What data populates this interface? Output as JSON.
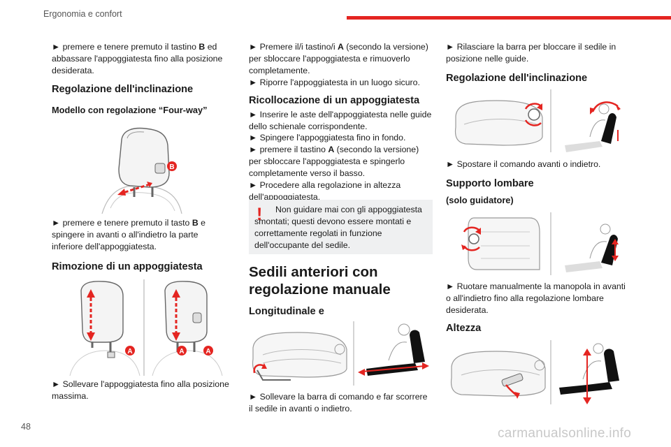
{
  "header": {
    "section": "Ergonomia e confort",
    "page_number": "48",
    "accent_color": "#e42521"
  },
  "watermark": "carmanualsonline.info",
  "col1": {
    "p1": {
      "pre": "► premere e tenere premuto il tastino ",
      "key": "B",
      "post": " ed abbassare l'appoggiatesta fino alla posizione desiderata."
    },
    "h_incl": "Regolazione dell'inclinazione",
    "h_model": "Modello con regolazione “Four-way”",
    "fig_b_label": "B",
    "p2": {
      "pre": "► premere e tenere premuto il tasto ",
      "key": "B",
      "post": " e spingere in avanti o all'indietro la parte inferiore dell'appoggiatesta."
    },
    "h_rim": "Rimozione di un appoggiatesta",
    "fig_a_label": "A",
    "p3": "► Sollevare l'appoggiatesta fino alla posizione massima."
  },
  "col2": {
    "p1": {
      "pre": "► Premere il/i tastino/i ",
      "key": "A",
      "post": " (secondo la versione) per sbloccare l'appoggiatesta e rimuoverlo completamente."
    },
    "p1b": "► Riporre l'appoggiatesta in un luogo sicuro.",
    "h_ric": "Ricollocazione di un appoggiatesta",
    "p2": "► Inserire le aste dell'appoggiatesta nelle guide dello schienale corrispondente.",
    "p3": "► Spingere l'appoggiatesta fino in fondo.",
    "p4": {
      "pre": "► premere il tastino ",
      "key": "A",
      "post": " (secondo la versione) per sbloccare l'appoggiatesta e spingerlo completamente verso il basso."
    },
    "p5": "► Procedere alla regolazione in altezza dell'appoggiatesta.",
    "warning": "Non guidare mai con gli appoggiatesta smontati; questi devono essere montati e correttamente regolati in funzione dell'occupante del sedile.",
    "h_sedili": "Sedili anteriori con regolazione manuale",
    "h_long": "Longitudinale e",
    "p6": "► Sollevare la barra di comando e far scorrere il sedile in avanti o indietro."
  },
  "col3": {
    "p1": "► Rilasciare la barra per bloccare il sedile in posizione nelle guide.",
    "h_incl": "Regolazione dell'inclinazione",
    "p2": "► Spostare il comando avanti o indietro.",
    "h_lomb": "Supporto lombare",
    "h_solo": "(solo guidatore)",
    "p3": "► Ruotare manualmente la manopola in avanti o all'indietro fino alla regolazione lombare desiderata.",
    "h_alt": "Altezza"
  }
}
